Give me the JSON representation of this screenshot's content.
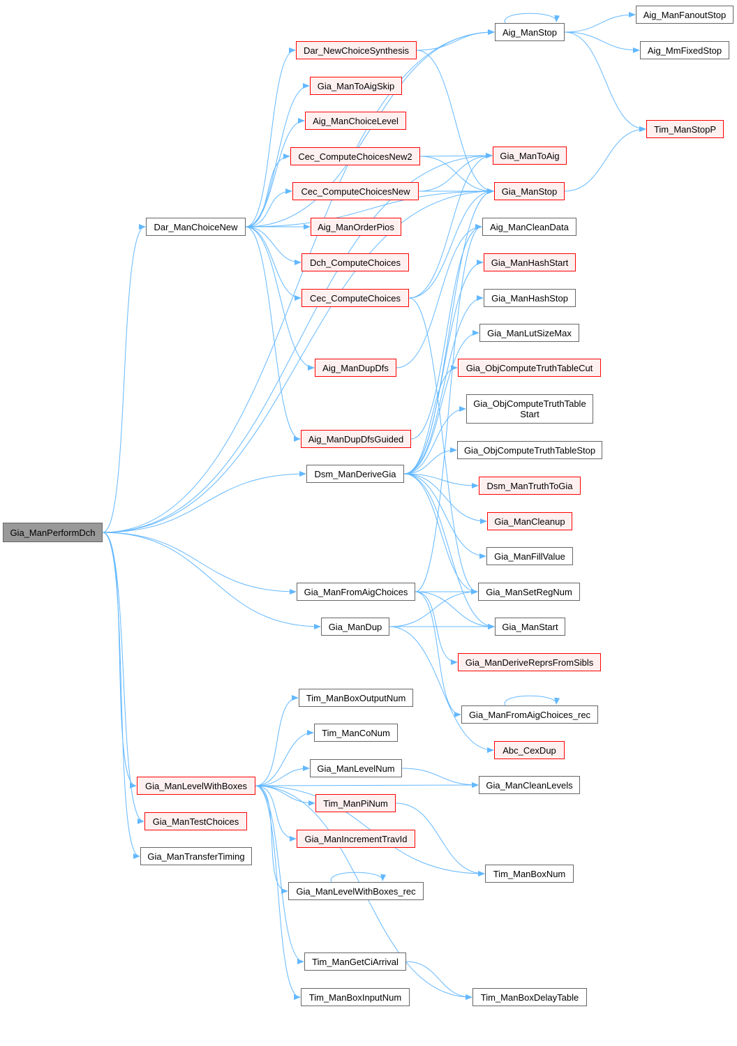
{
  "graph": {
    "root": "Gia_ManPerformDch",
    "colors": {
      "edge": "#63b8ff",
      "undocumented_border": "#ff0000",
      "undocumented_fill": "#fff0f0",
      "root_fill": "#999999",
      "node_border": "#666666"
    },
    "nodes": [
      {
        "id": "n1",
        "label": "Gia_ManPerformDch",
        "style": "root"
      },
      {
        "id": "n2",
        "label": "Aig_ManStop",
        "style": "normal"
      },
      {
        "id": "n3",
        "label": "Aig_ManFanoutStop",
        "style": "normal"
      },
      {
        "id": "n4",
        "label": "Aig_MmFixedStop",
        "style": "normal"
      },
      {
        "id": "n5",
        "label": "Tim_ManStopP",
        "style": "red"
      },
      {
        "id": "n6",
        "label": "Dar_NewChoiceSynthesis",
        "style": "red"
      },
      {
        "id": "n7",
        "label": "Gia_ManToAigSkip",
        "style": "red"
      },
      {
        "id": "n8",
        "label": "Aig_ManChoiceLevel",
        "style": "red"
      },
      {
        "id": "n9",
        "label": "Cec_ComputeChoicesNew2",
        "style": "red"
      },
      {
        "id": "n10",
        "label": "Cec_ComputeChoicesNew",
        "style": "red"
      },
      {
        "id": "n11",
        "label": "Dar_ManChoiceNew",
        "style": "normal"
      },
      {
        "id": "n12",
        "label": "Aig_ManOrderPios",
        "style": "red"
      },
      {
        "id": "n13",
        "label": "Dch_ComputeChoices",
        "style": "red"
      },
      {
        "id": "n14",
        "label": "Cec_ComputeChoices",
        "style": "red"
      },
      {
        "id": "n15",
        "label": "Aig_ManDupDfs",
        "style": "red"
      },
      {
        "id": "n16",
        "label": "Aig_ManDupDfsGuided",
        "style": "red"
      },
      {
        "id": "n17",
        "label": "Gia_ManToAig",
        "style": "red"
      },
      {
        "id": "n18",
        "label": "Gia_ManStop",
        "style": "red"
      },
      {
        "id": "n19",
        "label": "Aig_ManCleanData",
        "style": "normal"
      },
      {
        "id": "n20",
        "label": "Gia_ManHashStart",
        "style": "red"
      },
      {
        "id": "n21",
        "label": "Gia_ManHashStop",
        "style": "normal"
      },
      {
        "id": "n22",
        "label": "Gia_ManLutSizeMax",
        "style": "normal"
      },
      {
        "id": "n23",
        "label": "Gia_ObjComputeTruthTableCut",
        "style": "red"
      },
      {
        "id": "n24",
        "label": "Gia_ObjComputeTruthTable\nStart",
        "style": "normal"
      },
      {
        "id": "n25",
        "label": "Gia_ObjComputeTruthTableStop",
        "style": "normal"
      },
      {
        "id": "n26",
        "label": "Dsm_ManTruthToGia",
        "style": "red"
      },
      {
        "id": "n27",
        "label": "Gia_ManCleanup",
        "style": "red"
      },
      {
        "id": "n28",
        "label": "Gia_ManFillValue",
        "style": "normal"
      },
      {
        "id": "n29",
        "label": "Gia_ManSetRegNum",
        "style": "normal"
      },
      {
        "id": "n30",
        "label": "Gia_ManStart",
        "style": "normal"
      },
      {
        "id": "n31",
        "label": "Gia_ManDeriveReprsFromSibls",
        "style": "red"
      },
      {
        "id": "n32",
        "label": "Gia_ManFromAigChoices_rec",
        "style": "normal"
      },
      {
        "id": "n33",
        "label": "Abc_CexDup",
        "style": "red"
      },
      {
        "id": "n34",
        "label": "Gia_ManCleanLevels",
        "style": "normal"
      },
      {
        "id": "n35",
        "label": "Tim_ManBoxNum",
        "style": "normal"
      },
      {
        "id": "n36",
        "label": "Tim_ManBoxDelayTable",
        "style": "normal"
      },
      {
        "id": "n37",
        "label": "Dsm_ManDeriveGia",
        "style": "normal"
      },
      {
        "id": "n38",
        "label": "Gia_ManFromAigChoices",
        "style": "normal"
      },
      {
        "id": "n39",
        "label": "Gia_ManDup",
        "style": "normal"
      },
      {
        "id": "n40",
        "label": "Tim_ManBoxOutputNum",
        "style": "normal"
      },
      {
        "id": "n41",
        "label": "Tim_ManCoNum",
        "style": "normal"
      },
      {
        "id": "n42",
        "label": "Gia_ManLevelNum",
        "style": "normal"
      },
      {
        "id": "n43",
        "label": "Tim_ManPiNum",
        "style": "red"
      },
      {
        "id": "n44",
        "label": "Gia_ManIncrementTravId",
        "style": "red"
      },
      {
        "id": "n45",
        "label": "Gia_ManLevelWithBoxes_rec",
        "style": "normal"
      },
      {
        "id": "n46",
        "label": "Tim_ManGetCiArrival",
        "style": "normal"
      },
      {
        "id": "n47",
        "label": "Tim_ManBoxInputNum",
        "style": "normal"
      },
      {
        "id": "n48",
        "label": "Gia_ManLevelWithBoxes",
        "style": "red"
      },
      {
        "id": "n49",
        "label": "Gia_ManTestChoices",
        "style": "red"
      },
      {
        "id": "n50",
        "label": "Gia_ManTransferTiming",
        "style": "normal"
      }
    ],
    "edges": [
      [
        "n1",
        "n2"
      ],
      [
        "n1",
        "n17"
      ],
      [
        "n1",
        "n11"
      ],
      [
        "n1",
        "n18"
      ],
      [
        "n1",
        "n37"
      ],
      [
        "n1",
        "n38"
      ],
      [
        "n1",
        "n39"
      ],
      [
        "n1",
        "n48"
      ],
      [
        "n1",
        "n49"
      ],
      [
        "n1",
        "n50"
      ],
      [
        "n11",
        "n2"
      ],
      [
        "n11",
        "n6"
      ],
      [
        "n11",
        "n7"
      ],
      [
        "n11",
        "n8"
      ],
      [
        "n11",
        "n9"
      ],
      [
        "n11",
        "n10"
      ],
      [
        "n11",
        "n12"
      ],
      [
        "n11",
        "n13"
      ],
      [
        "n11",
        "n14"
      ],
      [
        "n11",
        "n15"
      ],
      [
        "n11",
        "n16"
      ],
      [
        "n11",
        "n18"
      ],
      [
        "n2",
        "n2"
      ],
      [
        "n2",
        "n3"
      ],
      [
        "n2",
        "n4"
      ],
      [
        "n2",
        "n5"
      ],
      [
        "n6",
        "n2"
      ],
      [
        "n6",
        "n18"
      ],
      [
        "n9",
        "n17"
      ],
      [
        "n9",
        "n18"
      ],
      [
        "n10",
        "n17"
      ],
      [
        "n10",
        "n18"
      ],
      [
        "n14",
        "n17"
      ],
      [
        "n14",
        "n18"
      ],
      [
        "n14",
        "n29"
      ],
      [
        "n15",
        "n19"
      ],
      [
        "n16",
        "n19"
      ],
      [
        "n18",
        "n5"
      ],
      [
        "n37",
        "n18"
      ],
      [
        "n37",
        "n20"
      ],
      [
        "n37",
        "n21"
      ],
      [
        "n37",
        "n22"
      ],
      [
        "n37",
        "n23"
      ],
      [
        "n37",
        "n24"
      ],
      [
        "n37",
        "n25"
      ],
      [
        "n37",
        "n26"
      ],
      [
        "n37",
        "n27"
      ],
      [
        "n37",
        "n28"
      ],
      [
        "n37",
        "n29"
      ],
      [
        "n37",
        "n30"
      ],
      [
        "n38",
        "n19"
      ],
      [
        "n38",
        "n29"
      ],
      [
        "n38",
        "n30"
      ],
      [
        "n38",
        "n31"
      ],
      [
        "n38",
        "n32"
      ],
      [
        "n39",
        "n29"
      ],
      [
        "n39",
        "n30"
      ],
      [
        "n39",
        "n33"
      ],
      [
        "n32",
        "n32"
      ],
      [
        "n48",
        "n34"
      ],
      [
        "n48",
        "n40"
      ],
      [
        "n48",
        "n41"
      ],
      [
        "n48",
        "n42"
      ],
      [
        "n48",
        "n43"
      ],
      [
        "n48",
        "n44"
      ],
      [
        "n48",
        "n45"
      ],
      [
        "n48",
        "n35"
      ],
      [
        "n48",
        "n46"
      ],
      [
        "n48",
        "n47"
      ],
      [
        "n48",
        "n36"
      ],
      [
        "n42",
        "n34"
      ],
      [
        "n43",
        "n35"
      ],
      [
        "n46",
        "n36"
      ],
      [
        "n45",
        "n45"
      ]
    ]
  }
}
